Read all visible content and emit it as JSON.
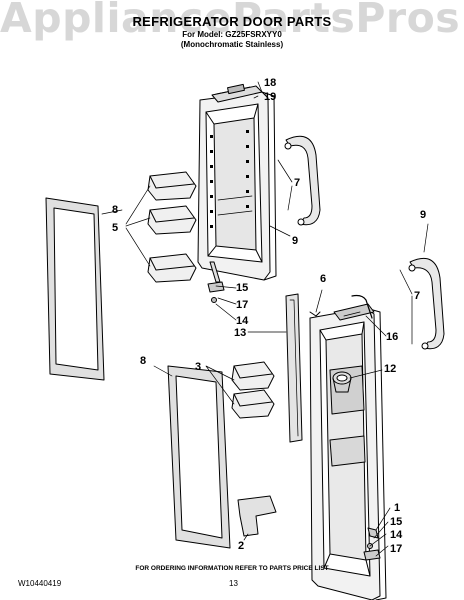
{
  "watermark": "AppliancePartsPros.com",
  "header": {
    "title": "REFRIGERATOR DOOR PARTS",
    "model_line": "For Model: GZ25FSRXYY0",
    "finish_line": "(Monochromatic Stainless)"
  },
  "callouts": {
    "c18": "18",
    "c19": "19",
    "c7a": "7",
    "c9a": "9",
    "c8a": "8",
    "c5": "5",
    "c15a": "15",
    "c17a": "17",
    "c14a": "14",
    "c13": "13",
    "c6": "6",
    "c9b": "9",
    "c7b": "7",
    "c16": "16",
    "c12": "12",
    "c8b": "8",
    "c3": "3",
    "c1": "1",
    "c15b": "15",
    "c14b": "14",
    "c17b": "17",
    "c2": "2"
  },
  "footer": {
    "order_info": "FOR ORDERING INFORMATION REFER TO PARTS PRICE LIST",
    "doc_number": "W10440419",
    "page_number": "13"
  }
}
